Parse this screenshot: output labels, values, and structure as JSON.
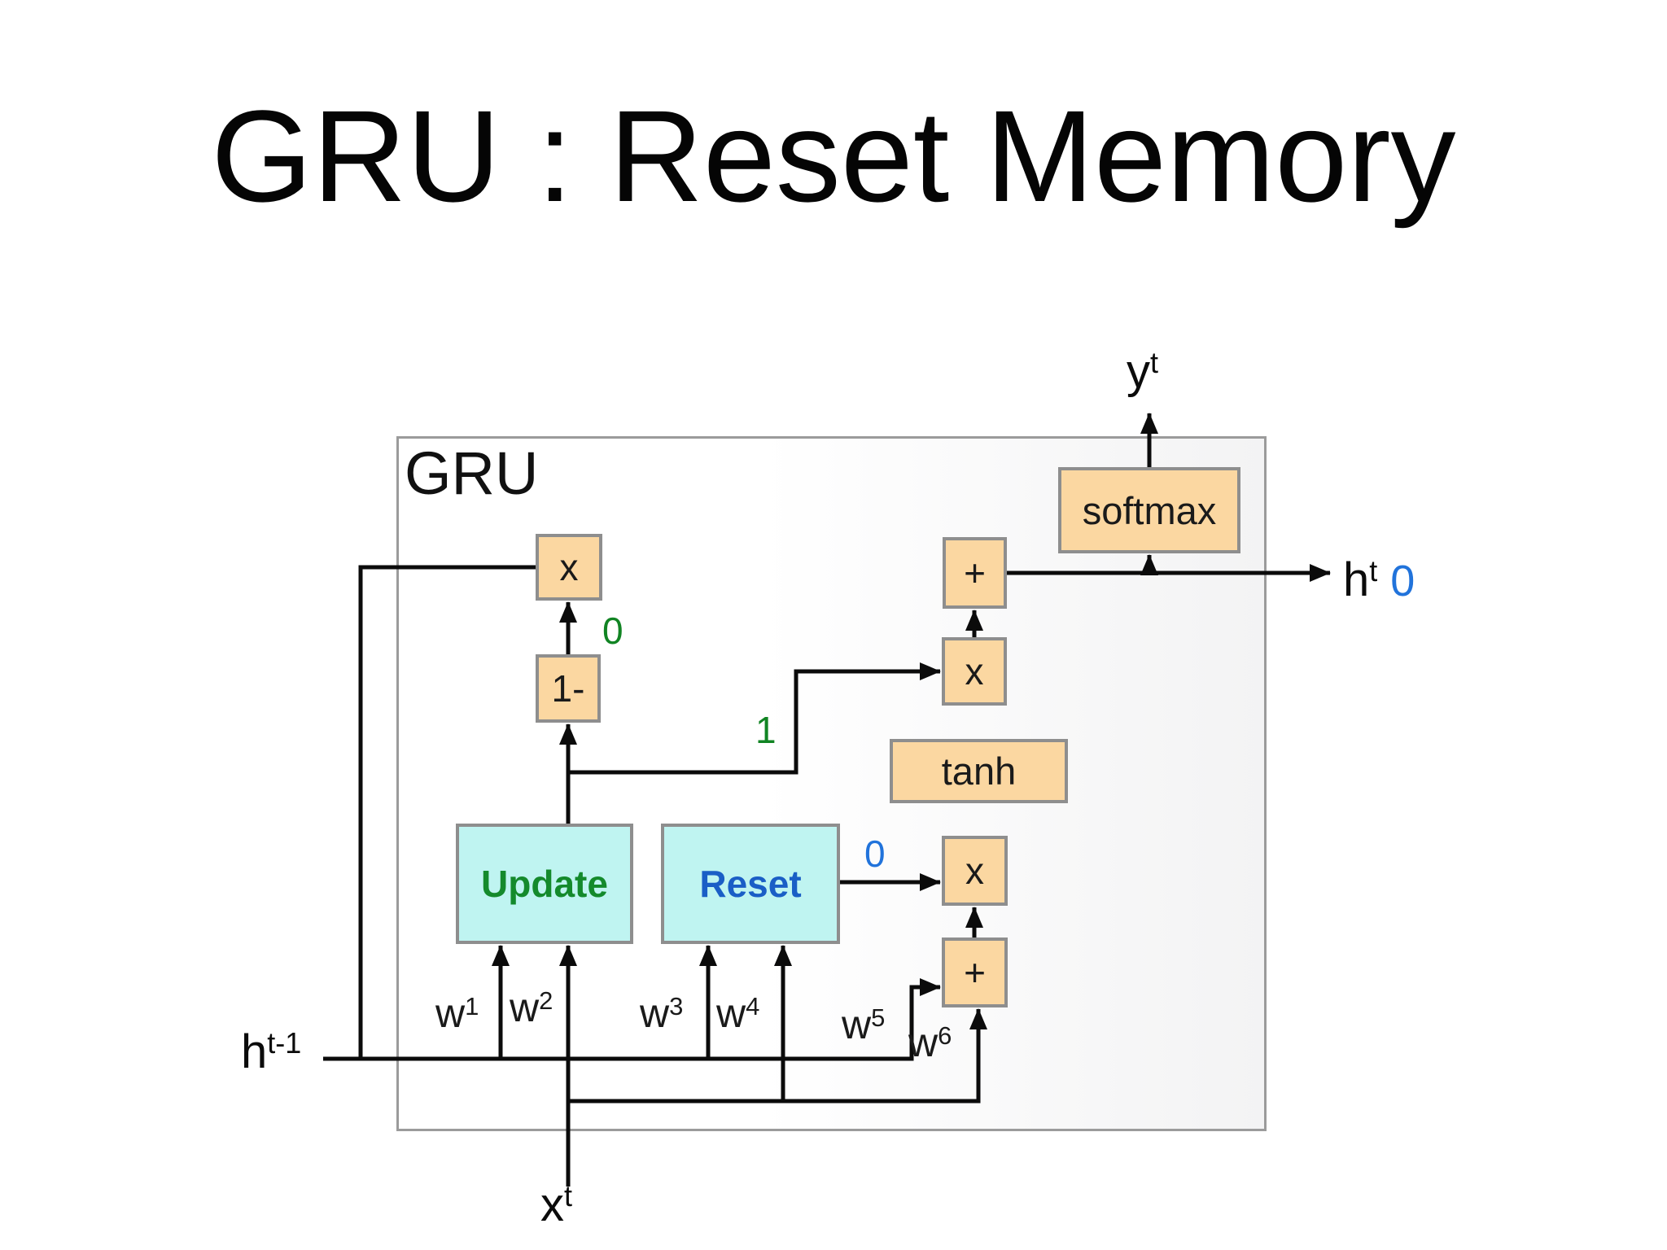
{
  "title": "GRU : Reset Memory",
  "colors": {
    "box_fill_orange": "#FBD7A1",
    "box_fill_cyan": "#BFF4F1",
    "box_border": "#8E8E8E",
    "frame_border": "#9B9B9B",
    "green_gate": "#148A2C",
    "blue_gate": "#1A5EC6",
    "green_ann": "#118423",
    "blue_ann": "#2173DB"
  },
  "frame": {
    "label": "GRU"
  },
  "ops": {
    "multiply": "x",
    "add": "+",
    "one_minus": "1-"
  },
  "blocks": {
    "softmax": "softmax",
    "tanh": "tanh",
    "update": "Update",
    "reset": "Reset"
  },
  "ports": {
    "y_out": {
      "base": "y",
      "sup": "t"
    },
    "h_out": {
      "base": "h",
      "sup": "t",
      "value": "0"
    },
    "h_prev": {
      "base": "h",
      "sup": "t-1"
    },
    "x_in": {
      "base": "x",
      "sup": "t"
    }
  },
  "weights": [
    {
      "base": "w",
      "sup": "1"
    },
    {
      "base": "w",
      "sup": "2"
    },
    {
      "base": "w",
      "sup": "3"
    },
    {
      "base": "w",
      "sup": "4"
    },
    {
      "base": "w",
      "sup": "5"
    },
    {
      "base": "w",
      "sup": "6"
    }
  ],
  "annotations": {
    "update_gate_value": "0",
    "candidate_branch_value": "1",
    "reset_gate_value": "0"
  }
}
